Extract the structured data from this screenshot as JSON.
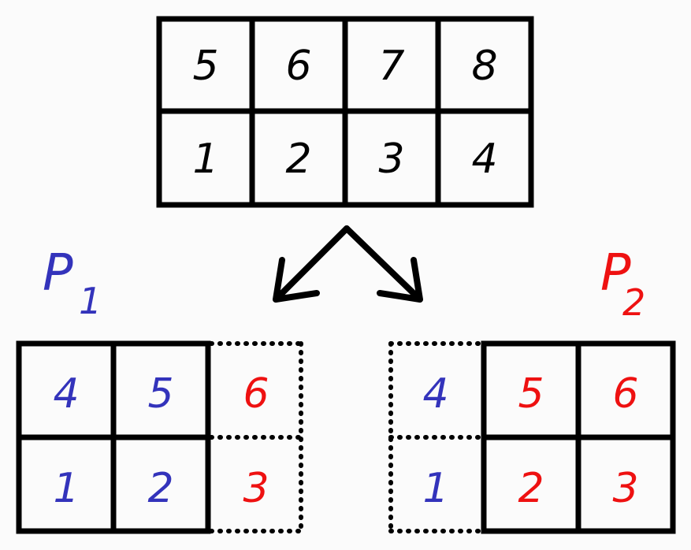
{
  "colors": {
    "ink": "#000000",
    "p1": "#3333bb",
    "p2": "#ee1111",
    "background": "#fbfbfb"
  },
  "top_grid": {
    "row1": [
      "5",
      "6",
      "7",
      "8"
    ],
    "row2": [
      "1",
      "2",
      "3",
      "4"
    ]
  },
  "p1": {
    "label": "P",
    "subscript": "1",
    "cells": {
      "row1": [
        "4",
        "5",
        "6"
      ],
      "row2": [
        "1",
        "2",
        "3"
      ]
    }
  },
  "p2": {
    "label": "P",
    "subscript": "2",
    "cells": {
      "row1": [
        "4",
        "5",
        "6"
      ],
      "row2": [
        "1",
        "2",
        "3"
      ]
    }
  }
}
